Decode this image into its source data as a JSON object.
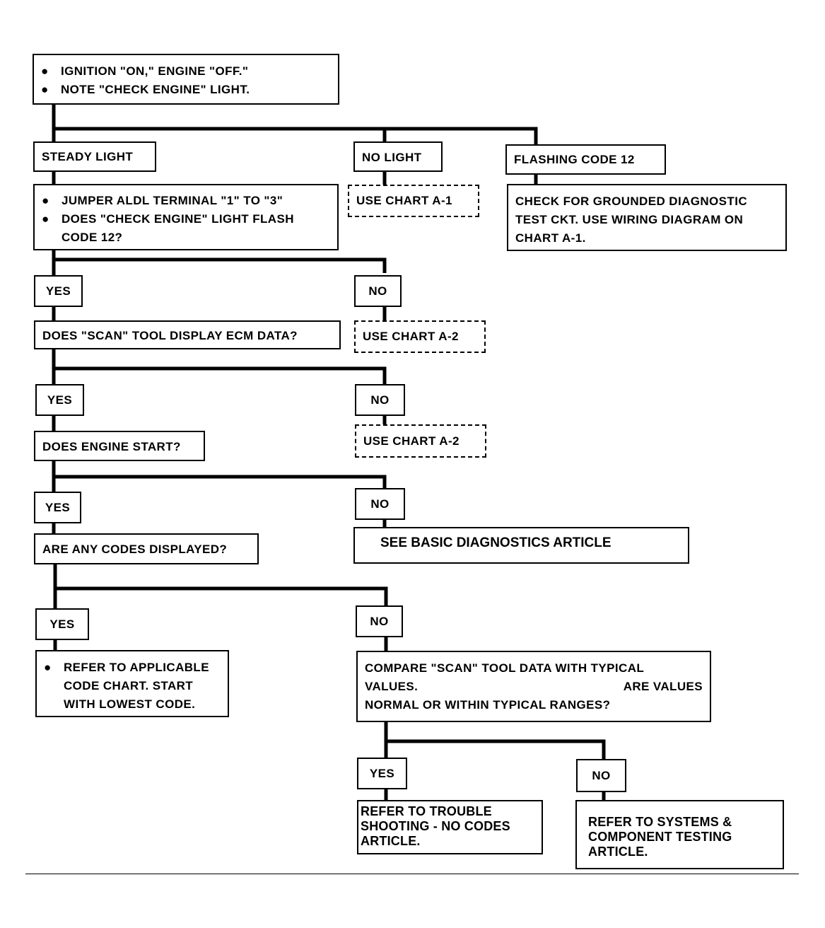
{
  "start": {
    "bullets": [
      "IGNITION \"ON,\" ENGINE  \"OFF.\"",
      "NOTE \"CHECK ENGINE\" LIGHT."
    ]
  },
  "branch1": {
    "steady": "STEADY LIGHT",
    "no_light": "NO LIGHT",
    "flashing": "FLASHING CODE 12"
  },
  "steady_action": {
    "bullets": [
      "JUMPER  ALDL TERMINAL \"1\" TO \"3\"",
      "DOES \"CHECK ENGINE\" LIGHT FLASH CODE 12?"
    ]
  },
  "no_light_action": "USE CHART A-1",
  "flashing_action": "CHECK FOR GROUNDED DIAGNOSTIC TEST CKT.  USE WIRING DIAGRAM ON CHART A-1.",
  "q_scan": {
    "yes": "YES",
    "no": "NO",
    "question": "DOES \"SCAN\" TOOL DISPLAY ECM DATA?",
    "no_action": "USE CHART A-2"
  },
  "q_start": {
    "yes": "YES",
    "no": "NO",
    "question": "DOES ENGINE START?",
    "no_action": "USE CHART A-2"
  },
  "q_codes": {
    "yes": "YES",
    "no": "NO",
    "question": "ARE ANY CODES DISPLAYED?",
    "no_action": "SEE BASIC DIAGNOSTICS ARTICLE"
  },
  "q_values": {
    "yes": "YES",
    "no": "NO",
    "yes_action": "REFER TO APPLICABLE CODE CHART.  START WITH LOWEST CODE.",
    "question_line1": "COMPARE \"SCAN\" TOOL DATA WITH TYPICAL",
    "question_line2a": "VALUES.",
    "question_line2b": "ARE VALUES",
    "question_line3": "NORMAL OR WITHIN TYPICAL RANGES?"
  },
  "final": {
    "yes": "YES",
    "no": "NO",
    "yes_action": "REFER TO TROUBLE SHOOTING  -  NO CODES ARTICLE.",
    "no_action": "REFER TO SYSTEMS & COMPONENT TESTING ARTICLE."
  }
}
